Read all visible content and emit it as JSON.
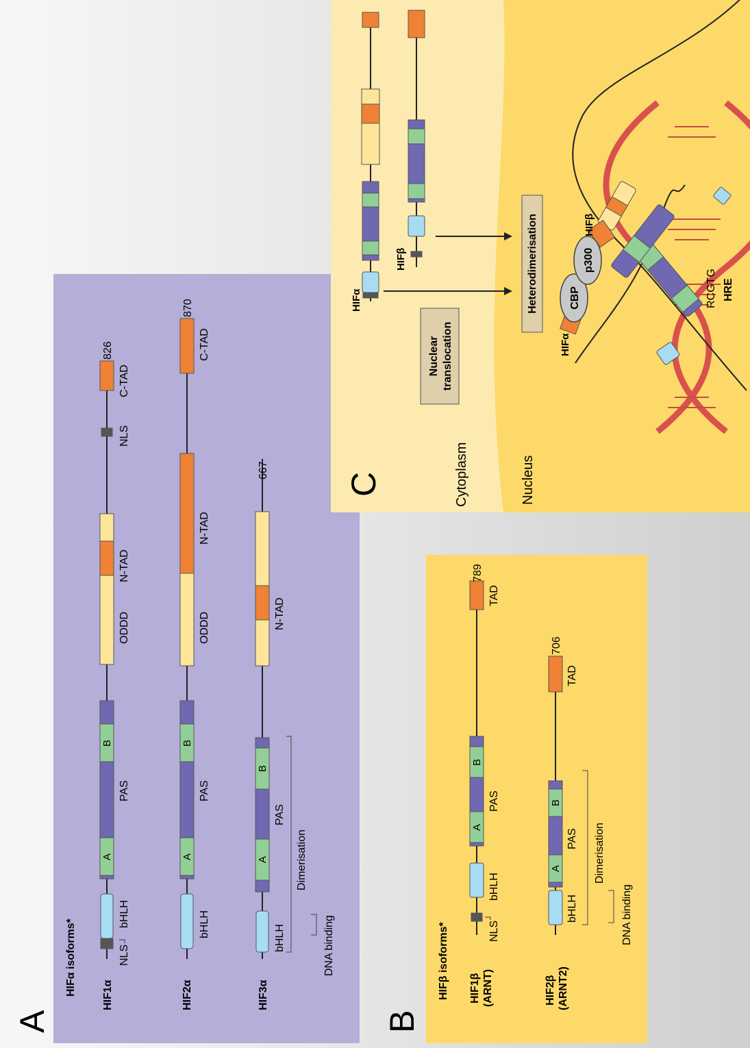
{
  "colors": {
    "panel_a_bg": "#b4aed8",
    "panel_bc_bg": "#fdd96a",
    "cytoplasm": "#fdeab0",
    "bhlh": "#a8dcf3",
    "pas": "#7068b1",
    "pas_ab": "#92cf97",
    "oddd": "#fde69a",
    "tad": "#ef8234",
    "nls": "#555555",
    "label_box": "#dfcfaa",
    "dna": "#d9514c"
  },
  "panelA": {
    "letter": "A",
    "title": "HIFα isoforms*",
    "hif1a": "HIF1α",
    "hif2a": "HIF2α",
    "hif3a": "HIF3α",
    "nls": "NLS",
    "bhlh": "bHLH",
    "a": "A",
    "b": "B",
    "pas": "PAS",
    "oddd": "ODDD",
    "ntad": "N-TAD",
    "ctad": "C-TAD",
    "n826": "826",
    "n870": "870",
    "n667": "667",
    "dimerisation": "Dimerisation",
    "dna_binding": "DNA binding"
  },
  "panelB": {
    "letter": "B",
    "title": "HIFβ isoforms*",
    "hif1b_l1": "HIF1β",
    "hif1b_l2": "(ARNT)",
    "hif2b_l1": "HIF2β",
    "hif2b_l2": "(ARNT2)",
    "nls": "NLS",
    "bhlh": "bHLH",
    "a": "A",
    "b": "B",
    "pas": "PAS",
    "tad": "TAD",
    "n789": "789",
    "n706": "706",
    "dimerisation": "Dimerisation",
    "dna_binding": "DNA binding"
  },
  "panelC": {
    "letter": "C",
    "cytoplasm": "Cytoplasm",
    "nucleus": "Nucleus",
    "hifa": "HIFα",
    "hifb": "HIFβ",
    "nuclear_l1": "Nuclear",
    "nuclear_l2": "translocation",
    "heterodimerisation": "Heterodimerisation",
    "cbp": "CBP",
    "p300": "p300",
    "rcgtg": "RCGTG",
    "hre": "HRE"
  }
}
